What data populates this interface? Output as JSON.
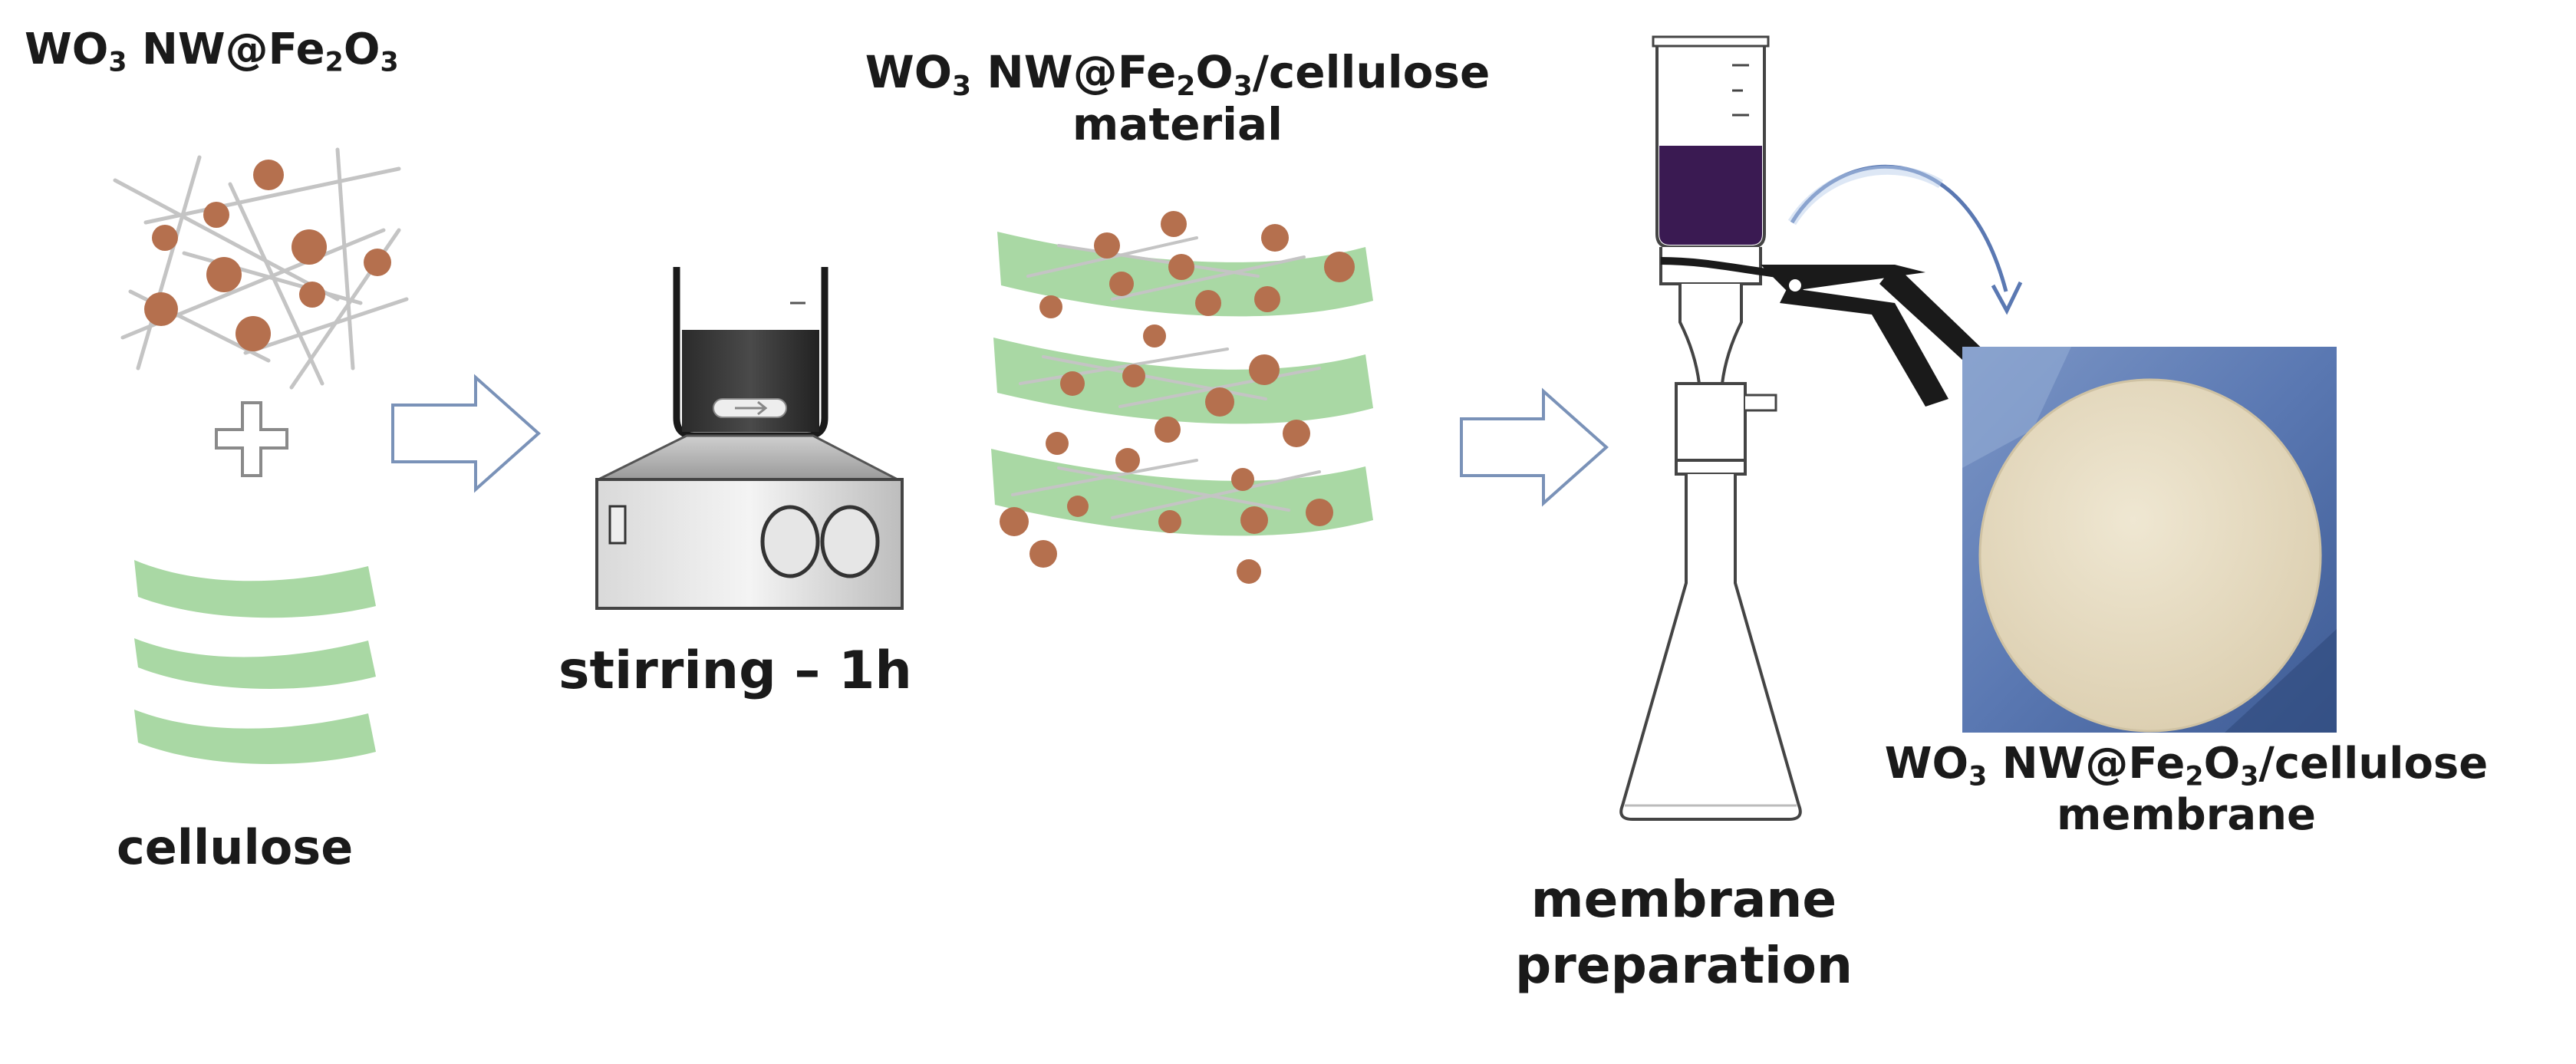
{
  "labels": {
    "wo3_nw_fe2o3": {
      "a": "WO",
      "a_sub": "3",
      "b": " NW@Fe",
      "b_sub": "2",
      "c": "O",
      "c_sub": "3"
    },
    "cellulose": "cellulose",
    "stirring": "stirring – 1h",
    "material_line1": {
      "a": "WO",
      "a_sub": "3",
      "b": " NW@Fe",
      "b_sub": "2",
      "c": "O",
      "c_sub": "3",
      "d": "/cellulose"
    },
    "material_line2": "material",
    "membrane_prep_line1": "membrane",
    "membrane_prep_line2": "preparation",
    "membrane_line1": {
      "a": "WO",
      "a_sub": "3",
      "b": " NW@Fe",
      "b_sub": "2",
      "c": "O",
      "c_sub": "3",
      "d": "/cellulose"
    },
    "membrane_line2": "membrane"
  },
  "colors": {
    "fiber_green": "#a9d8a4",
    "particle_brown": "#b5704e",
    "wire_gray": "#c8c8c8",
    "liquid_purple": "#3a1a52",
    "membrane_beige": "#e6dcc4",
    "photo_blue": "#5a78b2"
  }
}
